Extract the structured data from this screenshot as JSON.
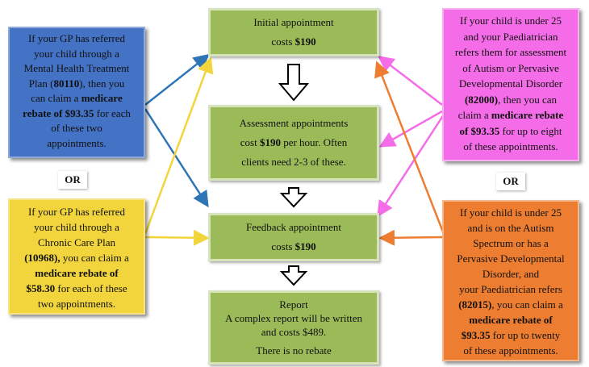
{
  "center": {
    "initial": {
      "title": "Initial appointment",
      "cost_prefix": "costs ",
      "cost": "$190"
    },
    "assessment": {
      "title": "Assessment appointments",
      "cost_prefix": "cost ",
      "cost": "$190",
      "cost_suffix": " per hour. Often",
      "note": "clients need 2-3 of these."
    },
    "feedback": {
      "title": "Feedback appointment",
      "cost_prefix": "costs ",
      "cost": "$190"
    },
    "report": {
      "title": "Report",
      "line1": "A complex report will be written",
      "line2": "and costs $489.",
      "line3": "There is no rebate"
    }
  },
  "left_top": {
    "l1": "If your GP has referred",
    "l2": "your child through a",
    "l3": "Mental Health Treatment",
    "l4a": "Plan (",
    "l4b": "80110",
    "l4c": "), then you",
    "l5a": "can claim a ",
    "l5b": "medicare",
    "l6a": "rebate of $93.35",
    "l6b": " for each",
    "l7": "of these two",
    "l8": "appointments."
  },
  "left_bottom": {
    "l1": "If your GP has referred",
    "l2": "your child through a",
    "l3": "Chronic Care Plan",
    "l4a": "(10968),",
    "l4b": " you can claim a",
    "l5": "medicare rebate of",
    "l6a": "$58.30",
    "l6b": "  for each of these",
    "l7": "two appointments."
  },
  "right_top": {
    "l1a": "If your child is under ",
    "l1b": "25",
    "l2": "and your Paediatrician",
    "l3": "refers them for assessment",
    "l4": "of Autism or Pervasive",
    "l5": "Developmental Disorder",
    "l6a": "(82000)",
    "l6b": ", then you can",
    "l7a": "claim a ",
    "l7b": "medicare rebate",
    "l8a": "of $93.35",
    "l8b": " for up to eight",
    "l9": "of these appointments."
  },
  "right_bottom": {
    "l1a": "If your child is under ",
    "l1b": "25",
    "l2": "and is on the Autism",
    "l3": "Spectrum or has a",
    "l4": "Pervasive Developmental",
    "l5": "Disorder, and",
    "l6": "your Paediatrician refers",
    "l7a": "(82015)",
    "l7b": ", you can claim a",
    "l8": "medicare rebate of",
    "l9a": "$93.35",
    "l9b": "  for up to twenty",
    "l10": "of these appointments."
  },
  "or_left": "OR",
  "or_right": "OR",
  "colors": {
    "green": "#9bbb59",
    "blue": "#4472c4",
    "yellow": "#f2d53c",
    "pink": "#f56ce8",
    "orange": "#ed7d31"
  }
}
